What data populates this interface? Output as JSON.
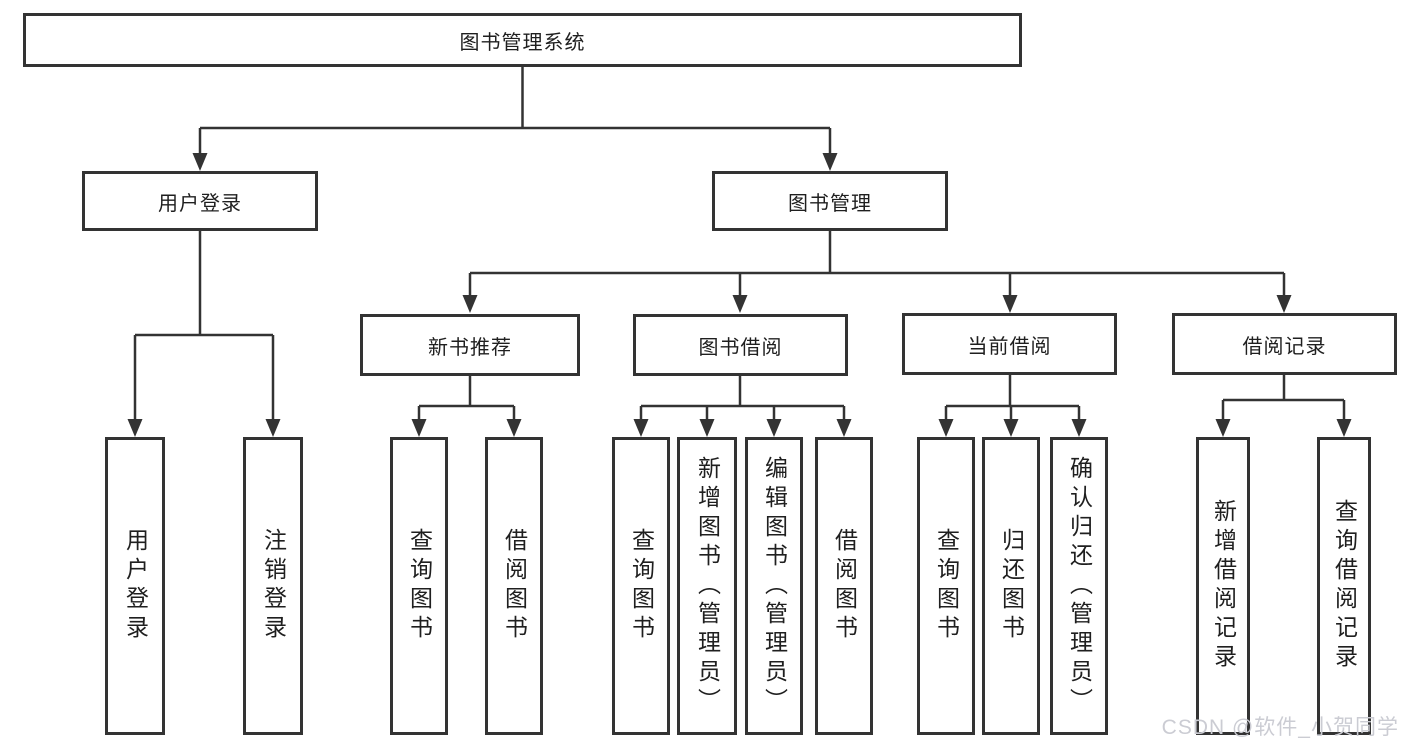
{
  "diagram": {
    "root": "图书管理系统",
    "branches": [
      {
        "label": "用户登录",
        "leaves": [
          "用户登录",
          "注销登录"
        ]
      },
      {
        "label": "图书管理",
        "children": [
          {
            "label": "新书推荐",
            "leaves": [
              "查询图书",
              "借阅图书"
            ]
          },
          {
            "label": "图书借阅",
            "leaves": [
              "查询图书",
              "新增图书（管理员）",
              "编辑图书（管理员）",
              "借阅图书"
            ]
          },
          {
            "label": "当前借阅",
            "leaves": [
              "查询图书",
              "归还图书",
              "确认归还（管理员）"
            ]
          },
          {
            "label": "借阅记录",
            "leaves": [
              "新增借阅记录",
              "查询借阅记录"
            ]
          }
        ]
      }
    ],
    "watermark": "CSDN @软件_小贺同学",
    "colors": {
      "line": "#333333",
      "box_border": "#333333",
      "box_fill": "#ffffff",
      "text": "#1f1f1f",
      "watermark": "#cbccd3"
    }
  }
}
